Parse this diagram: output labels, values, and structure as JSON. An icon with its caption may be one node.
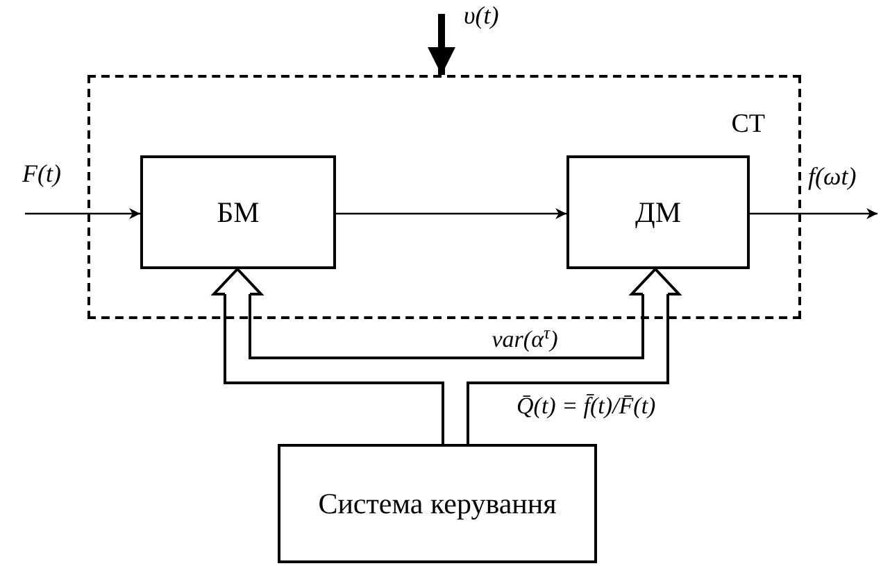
{
  "diagram": {
    "nodes": [
      {
        "text": [
          "СТ"
        ]
      },
      {
        "text": [
          "БМ"
        ],
        "in": 0
      },
      {
        "text": [
          "ДМ"
        ],
        "in": 0
      },
      {
        "text": [
          "Система керування"
        ]
      }
    ],
    "edges": [
      {
        "from": null,
        "to": 1,
        "arrow": "to",
        "label": "F(t)"
      },
      {
        "from": 1,
        "to": 2,
        "arrow": "to"
      },
      {
        "from": 2,
        "to": null,
        "arrow": "to",
        "label": "f(ωt)"
      },
      {
        "from": null,
        "to": 0,
        "arrow": "to",
        "label": "υ(t)",
        "style": "thick"
      },
      {
        "from": 3,
        "to": 1,
        "arrow": "to",
        "style": "thick"
      },
      {
        "from": 3,
        "to": 2,
        "arrow": "to",
        "style": "thick"
      }
    ],
    "labels": [
      "var(α$^{τ}$)",
      "Q̄(t) = f̄(t)/F̄(t)"
    ]
  }
}
